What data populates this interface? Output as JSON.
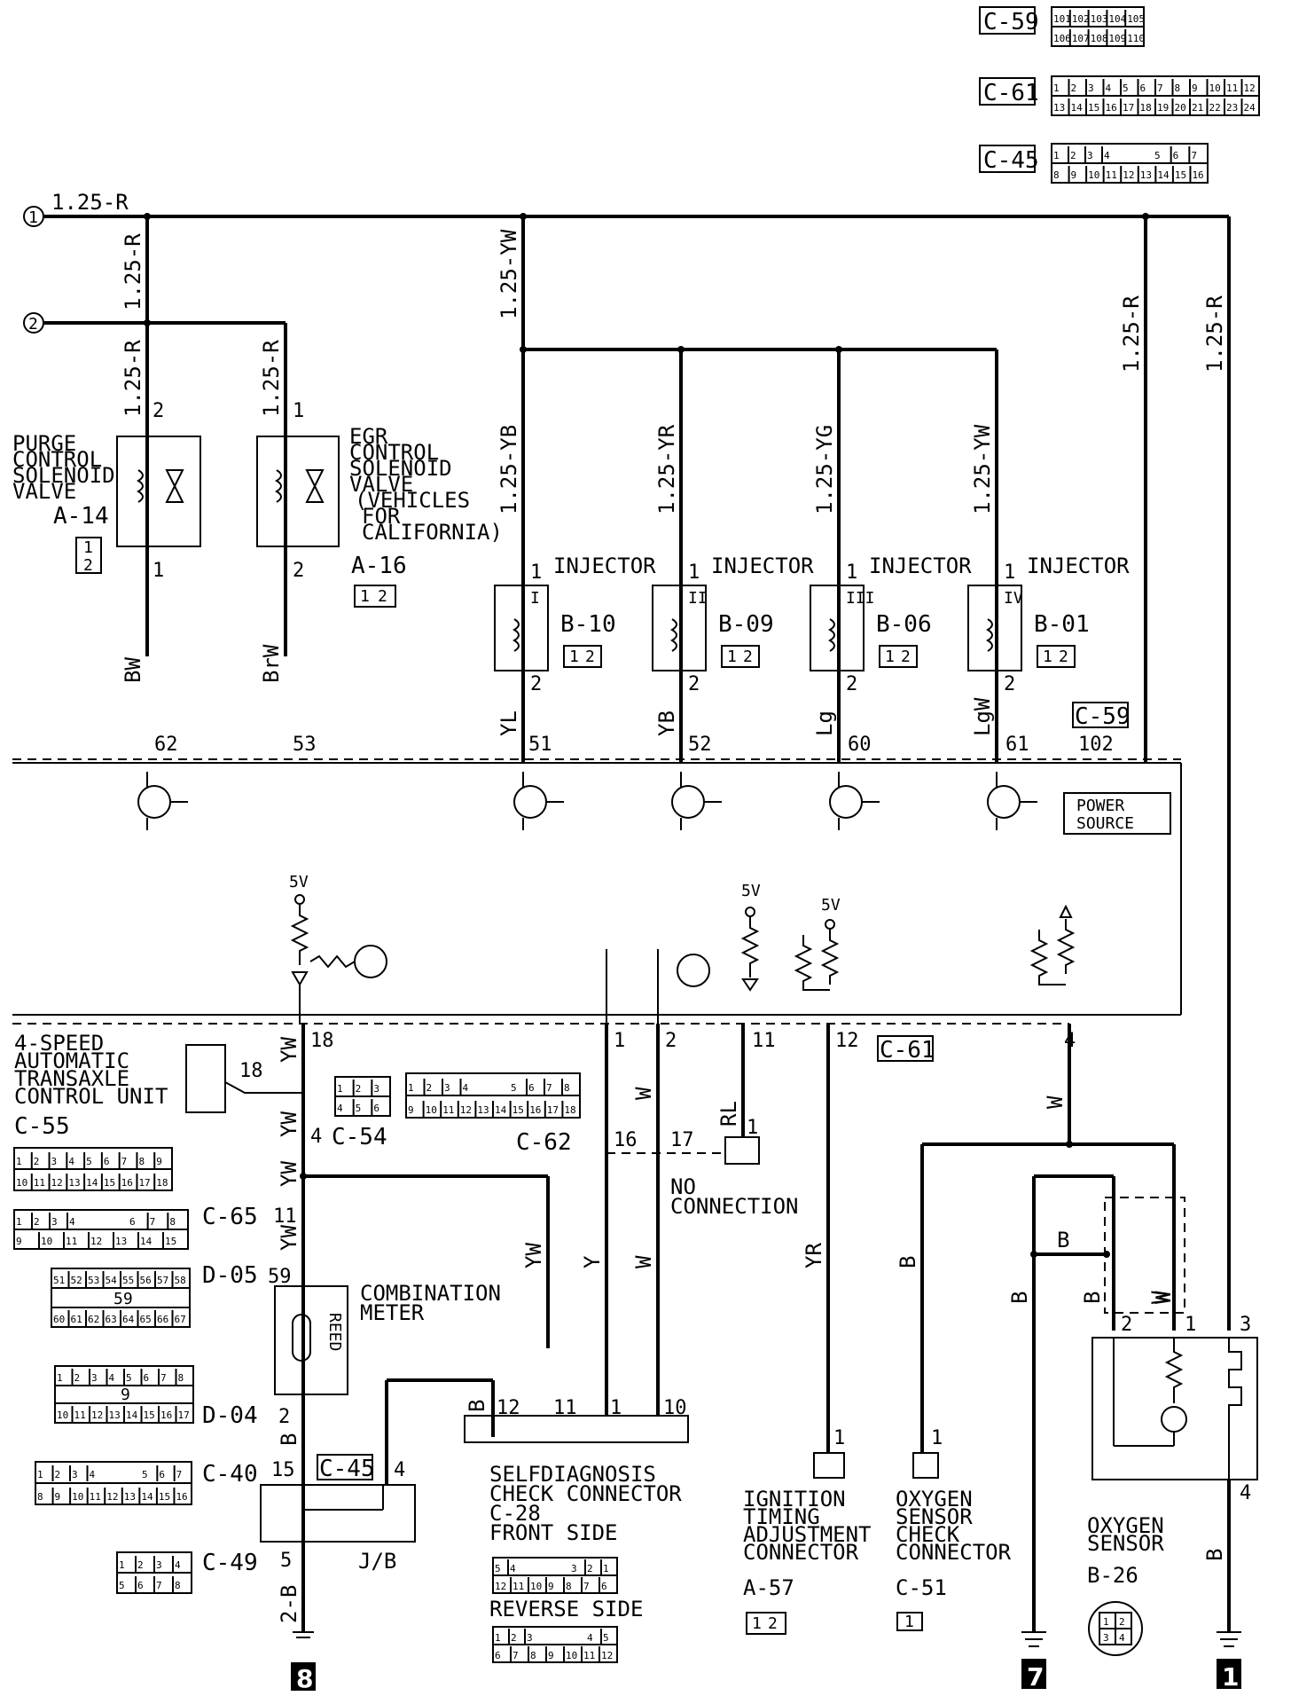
{
  "connectors": {
    "c59": "C-59",
    "c61": "C-61",
    "c45": "C-45",
    "c59_pins_top": [
      "101",
      "102",
      "103",
      "104",
      "105"
    ],
    "c59_pins_bottom": [
      "106",
      "107",
      "108",
      "109",
      "110"
    ],
    "c61_pins_top": [
      "1",
      "2",
      "3",
      "4",
      "5",
      "6",
      "7",
      "8",
      "9",
      "10",
      "11",
      "12"
    ],
    "c61_pins_bottom": [
      "13",
      "14",
      "15",
      "16",
      "17",
      "18",
      "19",
      "20",
      "21",
      "22",
      "23",
      "24"
    ],
    "c45_pins_top": [
      "1",
      "2",
      "3",
      "4",
      "5",
      "6",
      "7"
    ],
    "c45_pins_bottom": [
      "8",
      "9",
      "10",
      "11",
      "12",
      "13",
      "14",
      "15",
      "16"
    ]
  },
  "wires": {
    "w_top": "1.25-R",
    "w_vert1": "1.25-R",
    "w_purge": "1.25-R",
    "w_egr": "1.25-R",
    "w_inj_feed": "1.25-YW",
    "w_inj1": "1.25-YB",
    "w_inj2": "1.25-YR",
    "w_inj3": "1.25-YG",
    "w_inj4": "1.25-YW",
    "w_right1": "1.25-R",
    "w_right2": "1.25-R",
    "bw": "BW",
    "brw": "BrW",
    "yl": "YL",
    "yb": "YB",
    "lg": "Lg",
    "lgw": "LgW",
    "yw1": "YW",
    "yw2": "YW",
    "yw3": "YW",
    "yw4": "YW",
    "yw5": "YW",
    "b1": "B",
    "b2": "B",
    "b3": "B",
    "b4": "B",
    "b5": "B",
    "b6": "B",
    "b7": "B",
    "b8": "B",
    "w1": "W",
    "w2": "W",
    "w3": "W",
    "w4": "W",
    "w5": "W",
    "y1": "Y",
    "rl": "RL",
    "yr": "YR",
    "b2b": "2-B"
  },
  "circle_refs": [
    "1",
    "2"
  ],
  "components": {
    "purge": "PURGE\nCONTROL\nSOLENOID\nVALVE",
    "purge_lines": [
      "PURGE",
      "CONTROL",
      "SOLENOID",
      "VALVE"
    ],
    "purge_conn": "A-14",
    "purge_conn_pins": [
      "1",
      "2"
    ],
    "egr_lines": [
      "EGR",
      "CONTROL",
      "SOLENOID",
      "VALVE",
      "(VEHICLES",
      "FOR",
      "CALIFORNIA)"
    ],
    "egr_conn": "A-16",
    "egr_conn_pins": [
      "1",
      "2"
    ],
    "injector": "INJECTOR",
    "inj_ids": [
      "B-10",
      "B-09",
      "B-06",
      "B-01"
    ],
    "inj_roman": [
      "I",
      "II",
      "III",
      "IV"
    ],
    "power_source": [
      "POWER",
      "SOURCE"
    ],
    "tcu_lines": [
      "4-SPEED",
      "AUTOMATIC",
      "TRANSAXLE",
      "CONTROL UNIT"
    ],
    "c55": "C-55",
    "c55_top": [
      "1",
      "2",
      "3",
      "4",
      "5",
      "6",
      "7",
      "8",
      "9"
    ],
    "c55_bottom": [
      "10",
      "11",
      "12",
      "13",
      "14",
      "15",
      "16",
      "17",
      "18"
    ],
    "c54": "C-54",
    "c54_pins": [
      "1",
      "2",
      "3",
      "4",
      "5",
      "6"
    ],
    "c62": "C-62",
    "c62_top": [
      "1",
      "2",
      "3",
      "4",
      "5",
      "6",
      "7",
      "8"
    ],
    "c62_bottom": [
      "9",
      "10",
      "11",
      "12",
      "13",
      "14",
      "15",
      "16",
      "17",
      "18"
    ],
    "c65": "C-65",
    "c65_top": [
      "1",
      "2",
      "3",
      "4",
      "6",
      "7",
      "8"
    ],
    "c65_bottom": [
      "9",
      "10",
      "11",
      "12",
      "13",
      "14",
      "15"
    ],
    "d05": "D-05",
    "d05_top": [
      "51",
      "52",
      "53",
      "54",
      "55",
      "56",
      "57",
      "58"
    ],
    "d05_mid": "59",
    "d05_bottom": [
      "60",
      "61",
      "62",
      "63",
      "64",
      "65",
      "66",
      "67"
    ],
    "d04": "D-04",
    "d04_top": [
      "1",
      "2",
      "3",
      "4",
      "5",
      "6",
      "7",
      "8"
    ],
    "d04_mid": "9",
    "d04_bottom": [
      "10",
      "11",
      "12",
      "13",
      "14",
      "15",
      "16",
      "17"
    ],
    "c40": "C-40",
    "c40_top": [
      "1",
      "2",
      "3",
      "4",
      "5",
      "6",
      "7"
    ],
    "c40_bottom": [
      "8",
      "9",
      "10",
      "11",
      "12",
      "13",
      "14",
      "15",
      "16"
    ],
    "c49": "C-49",
    "c49_pins": [
      "1",
      "2",
      "3",
      "4",
      "5",
      "6",
      "7",
      "8"
    ],
    "combo_meter": [
      "COMBINATION",
      "METER"
    ],
    "reed": "REED",
    "jb": "J/B",
    "c45_inline": "C-45",
    "selfdiag": [
      "SELFDIAGNOSIS",
      "CHECK CONNECTOR"
    ],
    "c28": "C-28",
    "front_side": "FRONT SIDE",
    "reverse_side": "REVERSE SIDE",
    "c28_front_top": [
      "5",
      "4",
      "3",
      "2",
      "1"
    ],
    "c28_front_bottom": [
      "12",
      "11",
      "10",
      "9",
      "8",
      "7",
      "6"
    ],
    "c28_rev_top": [
      "1",
      "2",
      "3",
      "4",
      "5"
    ],
    "c28_rev_bottom": [
      "6",
      "7",
      "8",
      "9",
      "10",
      "11",
      "12"
    ],
    "no_conn": [
      "NO",
      "CONNECTION"
    ],
    "ign": [
      "IGNITION",
      "TIMING",
      "ADJUSTMENT",
      "CONNECTOR"
    ],
    "a57": "A-57",
    "a57_pins": [
      "1",
      "2"
    ],
    "oxcheck": [
      "OXYGEN",
      "SENSOR",
      "CHECK",
      "CONNECTOR"
    ],
    "c51": "C-51",
    "c51_pin": "1",
    "oxsensor": [
      "OXYGEN",
      "SENSOR"
    ],
    "b26": "B-26",
    "b26_pins": [
      "1",
      "2",
      "3",
      "4"
    ],
    "five_v": "5V"
  },
  "pins": {
    "p2a": "2",
    "p1a": "1",
    "p1b": "1",
    "p2b": "2",
    "inj_top": "1",
    "inj_bot": "2",
    "p62": "62",
    "p53": "53",
    "p51": "51",
    "p52": "52",
    "p60": "60",
    "p61": "61",
    "p102": "102",
    "p18": "18",
    "p18b": "18",
    "p4": "4",
    "p11": "11",
    "p59": "59",
    "p2c": "2",
    "p15": "15",
    "p4b": "4",
    "p5": "5",
    "p1c": "1",
    "p2d": "2",
    "p11b": "11",
    "p12": "12",
    "p4c": "4",
    "p16": "16",
    "p17": "17",
    "p1d": "1",
    "p12b": "12",
    "p11c": "11",
    "p1e": "1",
    "p10": "10",
    "p1f": "1",
    "p1g": "1",
    "ox2": "2",
    "ox1": "1",
    "ox3": "3",
    "ox4": "4"
  },
  "grounds": [
    "8",
    "7",
    "1"
  ]
}
